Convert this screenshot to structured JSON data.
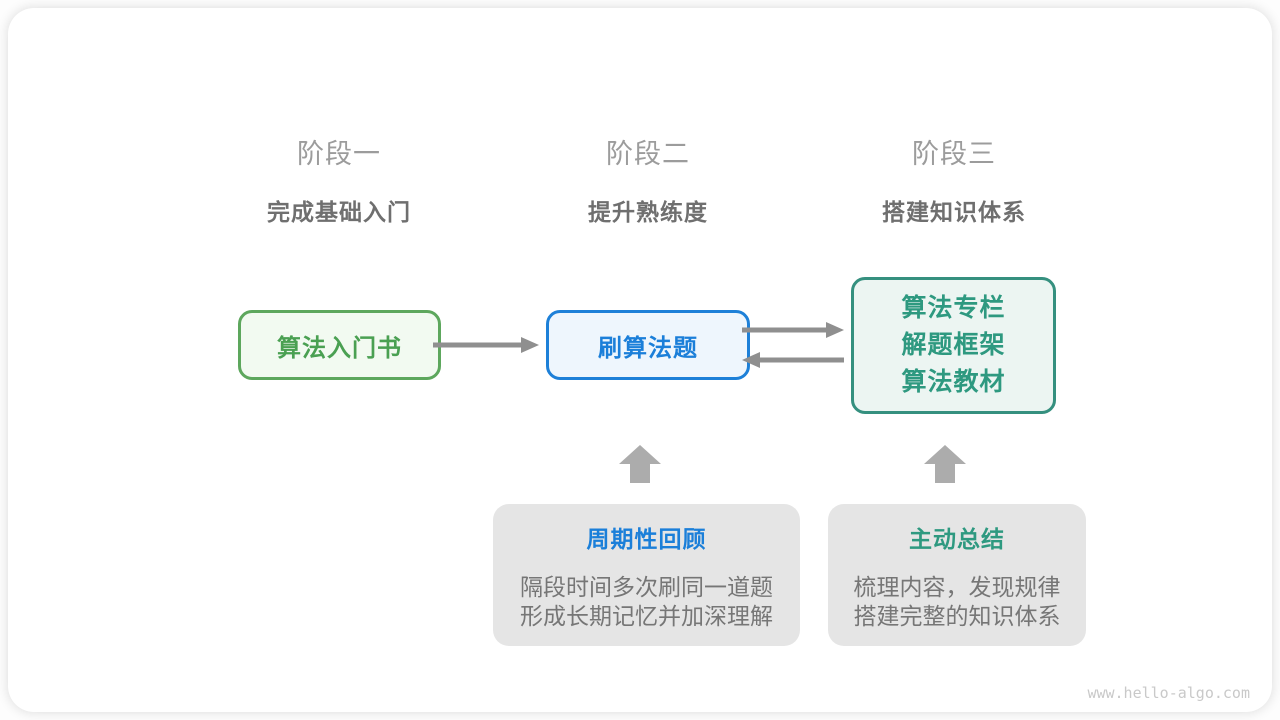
{
  "page": {
    "watermark": "www.hello-algo.com"
  },
  "stages": [
    {
      "label": "阶段一",
      "subtitle": "完成基础入门"
    },
    {
      "label": "阶段二",
      "subtitle": "提升熟练度"
    },
    {
      "label": "阶段三",
      "subtitle": "搭建知识体系"
    }
  ],
  "nodes": {
    "stage1_box": {
      "label": "算法入门书"
    },
    "stage2_box": {
      "label": "刷算法题"
    },
    "stage3_box": {
      "lines": [
        "算法专栏",
        "解题框架",
        "算法教材"
      ]
    }
  },
  "callouts": [
    {
      "title": "周期性回顾",
      "lines": [
        "隔段时间多次刷同一道题",
        "形成长期记忆并加深理解"
      ]
    },
    {
      "title": "主动总结",
      "lines": [
        "梳理内容，发现规律",
        "搭建完整的知识体系"
      ]
    }
  ],
  "arrows": {
    "stage1_to_stage2": "right",
    "stage2_to_stage3": "right",
    "stage3_to_stage2": "left",
    "callout1_up": "up",
    "callout2_up": "up"
  },
  "colors": {
    "green_border": "#5da75d",
    "green_fill": "#f2faf1",
    "green_text": "#4aa052",
    "blue_border": "#1d80d8",
    "blue_fill": "#eef6fd",
    "blue_text": "#1b7fd9",
    "teal_border": "#35907f",
    "teal_fill": "#ecf5f2",
    "teal_text": "#2e9980",
    "callout_fill": "#e5e5e5",
    "stage_label_gray": "#9c9c9c",
    "stage_subtitle_gray": "#6f6f6f",
    "body_gray": "#767676",
    "arrow_gray": "#8f8f8f",
    "block_arrow_gray": "#acacac",
    "watermark_gray": "#c9c9c9"
  }
}
